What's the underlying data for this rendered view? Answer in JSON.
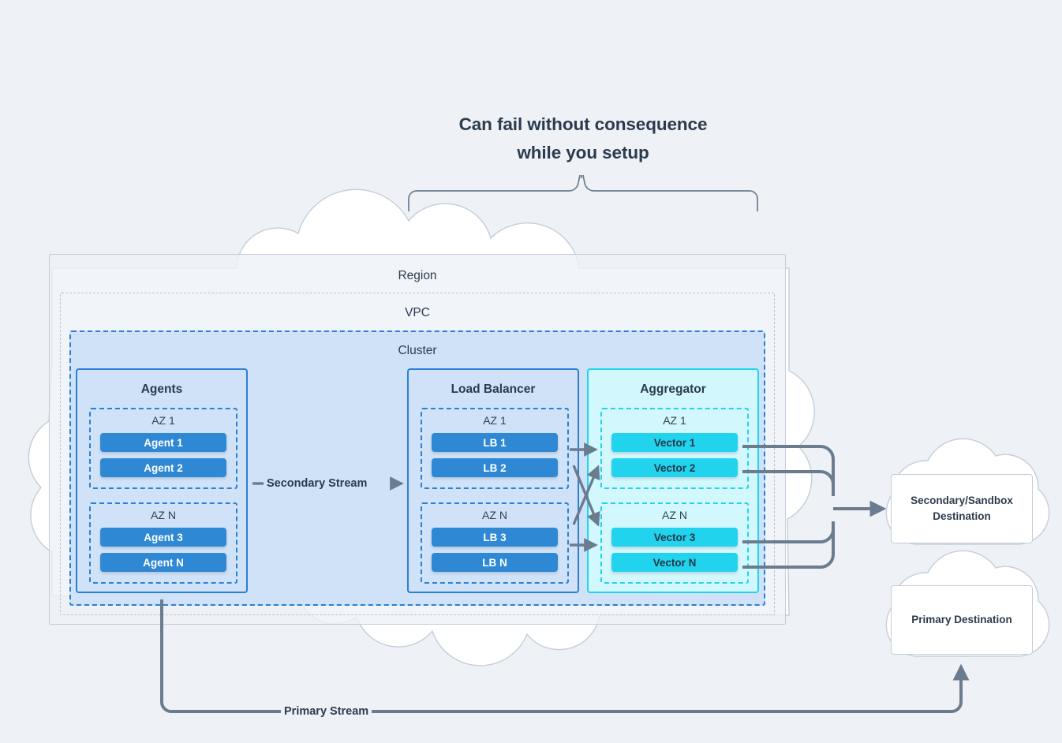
{
  "headline": {
    "line1": "Can fail without consequence",
    "line2": "while you setup"
  },
  "containers": {
    "region": "Region",
    "vpc": "VPC",
    "cluster": "Cluster"
  },
  "panels": [
    {
      "id": "agents",
      "title": "Agents",
      "style": "blue",
      "zones": [
        {
          "label": "AZ 1",
          "nodes": [
            "Agent 1",
            "Agent 2"
          ]
        },
        {
          "label": "AZ N",
          "nodes": [
            "Agent 3",
            "Agent N"
          ]
        }
      ]
    },
    {
      "id": "load-balancer",
      "title": "Load Balancer",
      "style": "blue",
      "zones": [
        {
          "label": "AZ 1",
          "nodes": [
            "LB 1",
            "LB 2"
          ]
        },
        {
          "label": "AZ N",
          "nodes": [
            "LB 3",
            "LB N"
          ]
        }
      ]
    },
    {
      "id": "aggregator",
      "title": "Aggregator",
      "style": "cyan",
      "zones": [
        {
          "label": "AZ 1",
          "nodes": [
            "Vector 1",
            "Vector 2"
          ]
        },
        {
          "label": "AZ N",
          "nodes": [
            "Vector 3",
            "Vector N"
          ]
        }
      ]
    }
  ],
  "destinations": {
    "secondary_line1": "Secondary/Sandbox",
    "secondary_line2": "Destination",
    "primary": "Primary Destination"
  },
  "streams": {
    "secondary": "Secondary Stream",
    "primary": "Primary Stream"
  },
  "colors": {
    "background": "#eef2f6",
    "node_blue": "#2f88d4",
    "node_cyan": "#22d3ee",
    "panel_blue_fill": "#cfe2f7",
    "panel_cyan_fill": "#d2f7fc",
    "border_blue": "#2b7fd4",
    "border_cyan": "#22d3ee",
    "arrow_gray": "#6b7c8f",
    "text_dark": "#2b3b4e",
    "cloud_white": "#ffffff",
    "cloud_outline": "#c3ced9"
  }
}
